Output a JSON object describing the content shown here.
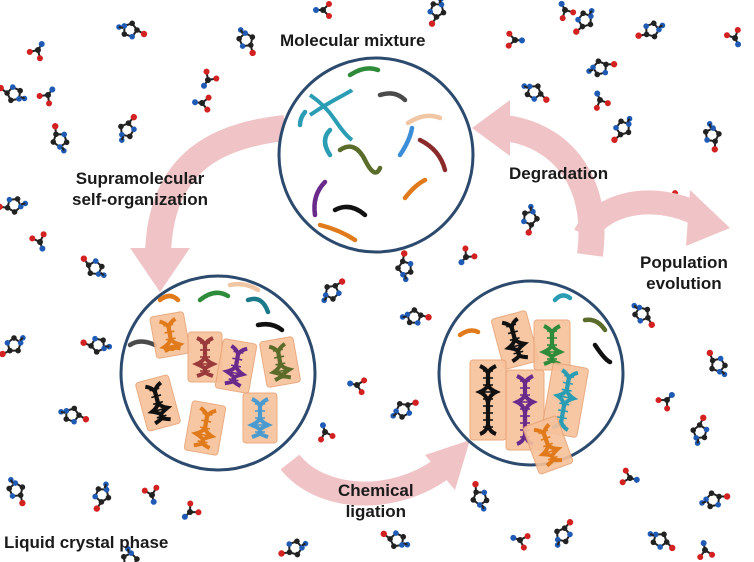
{
  "labels": {
    "molecular_mixture": "Molecular mixture",
    "supramolecular_line1": "Supramolecular",
    "supramolecular_line2": "self-organization",
    "degradation": "Degradation",
    "population_line1": "Population",
    "population_line2": "evolution",
    "chemical_line1": "Chemical",
    "chemical_line2": "ligation",
    "liquid_crystal": "Liquid crystal phase"
  },
  "colors": {
    "arrow": "#f0c4c6",
    "circle_stroke": "#2c4a6e",
    "domain_fill": "#f7c29b",
    "strand_palette": [
      "#2a9db5",
      "#2e8b3a",
      "#4a4a4a",
      "#f1c6a4",
      "#3d8ed8",
      "#8b2a2a",
      "#5b6b2a",
      "#6a2a8c",
      "#111111",
      "#e07a1a",
      "#9b3a3a",
      "#4a9bd0",
      "#1a7a8a"
    ],
    "molecule_colors": [
      "#1f5bb5",
      "#222222",
      "#d32020"
    ]
  },
  "icons": [
    "nucleotide-molecule-icon",
    "small-molecule-icon",
    "dna-helix-icon"
  ]
}
